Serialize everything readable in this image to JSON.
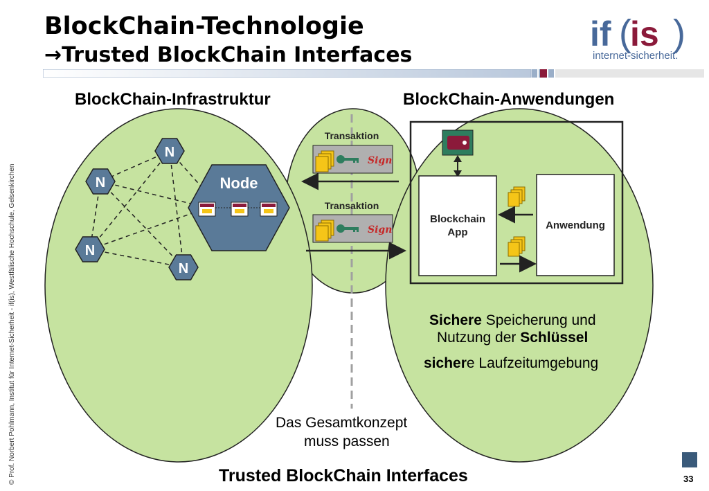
{
  "header": {
    "title": "BlockChain-Technologie",
    "arrow": "→",
    "subtitle": "Trusted BlockChain Interfaces"
  },
  "logo": {
    "mark_left": "if",
    "mark_right": "is",
    "tagline": "internet-sicherheit."
  },
  "copyright": "© Prof. Norbert Pohlmann, Institut für Internet-Sicherheit - if(is), Westfälische Hochschule, Gelsenkirchen",
  "page_number": "33",
  "diagram": {
    "left_heading": "BlockChain-Infrastruktur",
    "right_heading": "BlockChain-Anwendungen",
    "node_label": "Node",
    "peer_label": "N",
    "transaction_label": "Transaktion",
    "sign_label": "Sign",
    "app_box_label_1": "Blockchain",
    "app_box_label_2": "App",
    "anwendung_label": "Anwendung",
    "secure_line1_bold": "Sichere",
    "secure_line1_rest": " Speicherung und",
    "secure_line2_pre": "Nutzung der ",
    "secure_line2_bold": "Schlüssel",
    "runtime_bold": "sicher",
    "runtime_rest": "e Laufzeitumgebung",
    "concept_line1": "Das Gesamtkonzept",
    "concept_line2": "muss passen",
    "footer_title": "Trusted BlockChain Interfaces"
  },
  "colors": {
    "green_fill": "#c6e3a0",
    "hex_fill": "#5a7a98",
    "accent_red": "#8b1a3a",
    "logo_blue": "#48699a",
    "doc_yellow": "#f5c518",
    "key_green": "#2e7d5e"
  }
}
